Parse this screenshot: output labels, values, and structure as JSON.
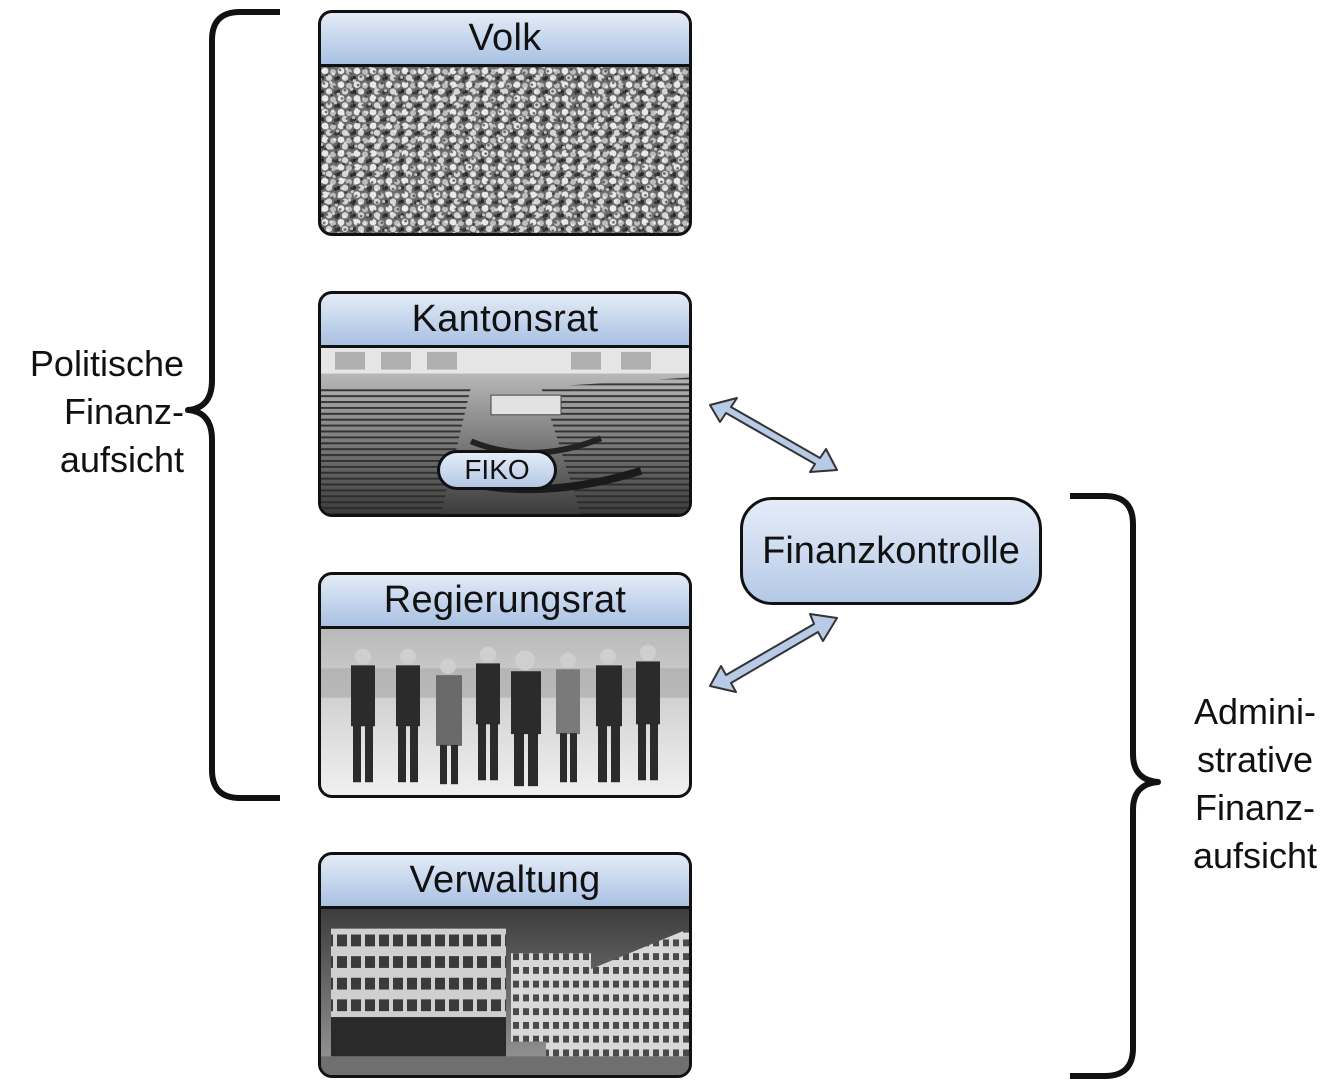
{
  "cards": {
    "volk": {
      "title": "Volk",
      "photo": "crowd-photo"
    },
    "kantonsrat": {
      "title": "Kantonsrat",
      "photo": "parliament-chamber-photo",
      "badge": "FIKO"
    },
    "regierungsrat": {
      "title": "Regierungsrat",
      "photo": "government-group-photo"
    },
    "verwaltung": {
      "title": "Verwaltung",
      "photo": "administration-building-photo"
    }
  },
  "finanzkontrolle": "Finanzkontrolle",
  "left_brace_label": [
    "Politische",
    "Finanz-",
    "aufsicht"
  ],
  "right_brace_label": [
    "Admini-",
    "strative",
    "Finanz-",
    "aufsicht"
  ],
  "colors": {
    "box_fill_top": "#e4ecf7",
    "box_fill_bottom": "#a9c1e2",
    "arrow_fill": "#b7cae6",
    "outline": "#111111"
  }
}
